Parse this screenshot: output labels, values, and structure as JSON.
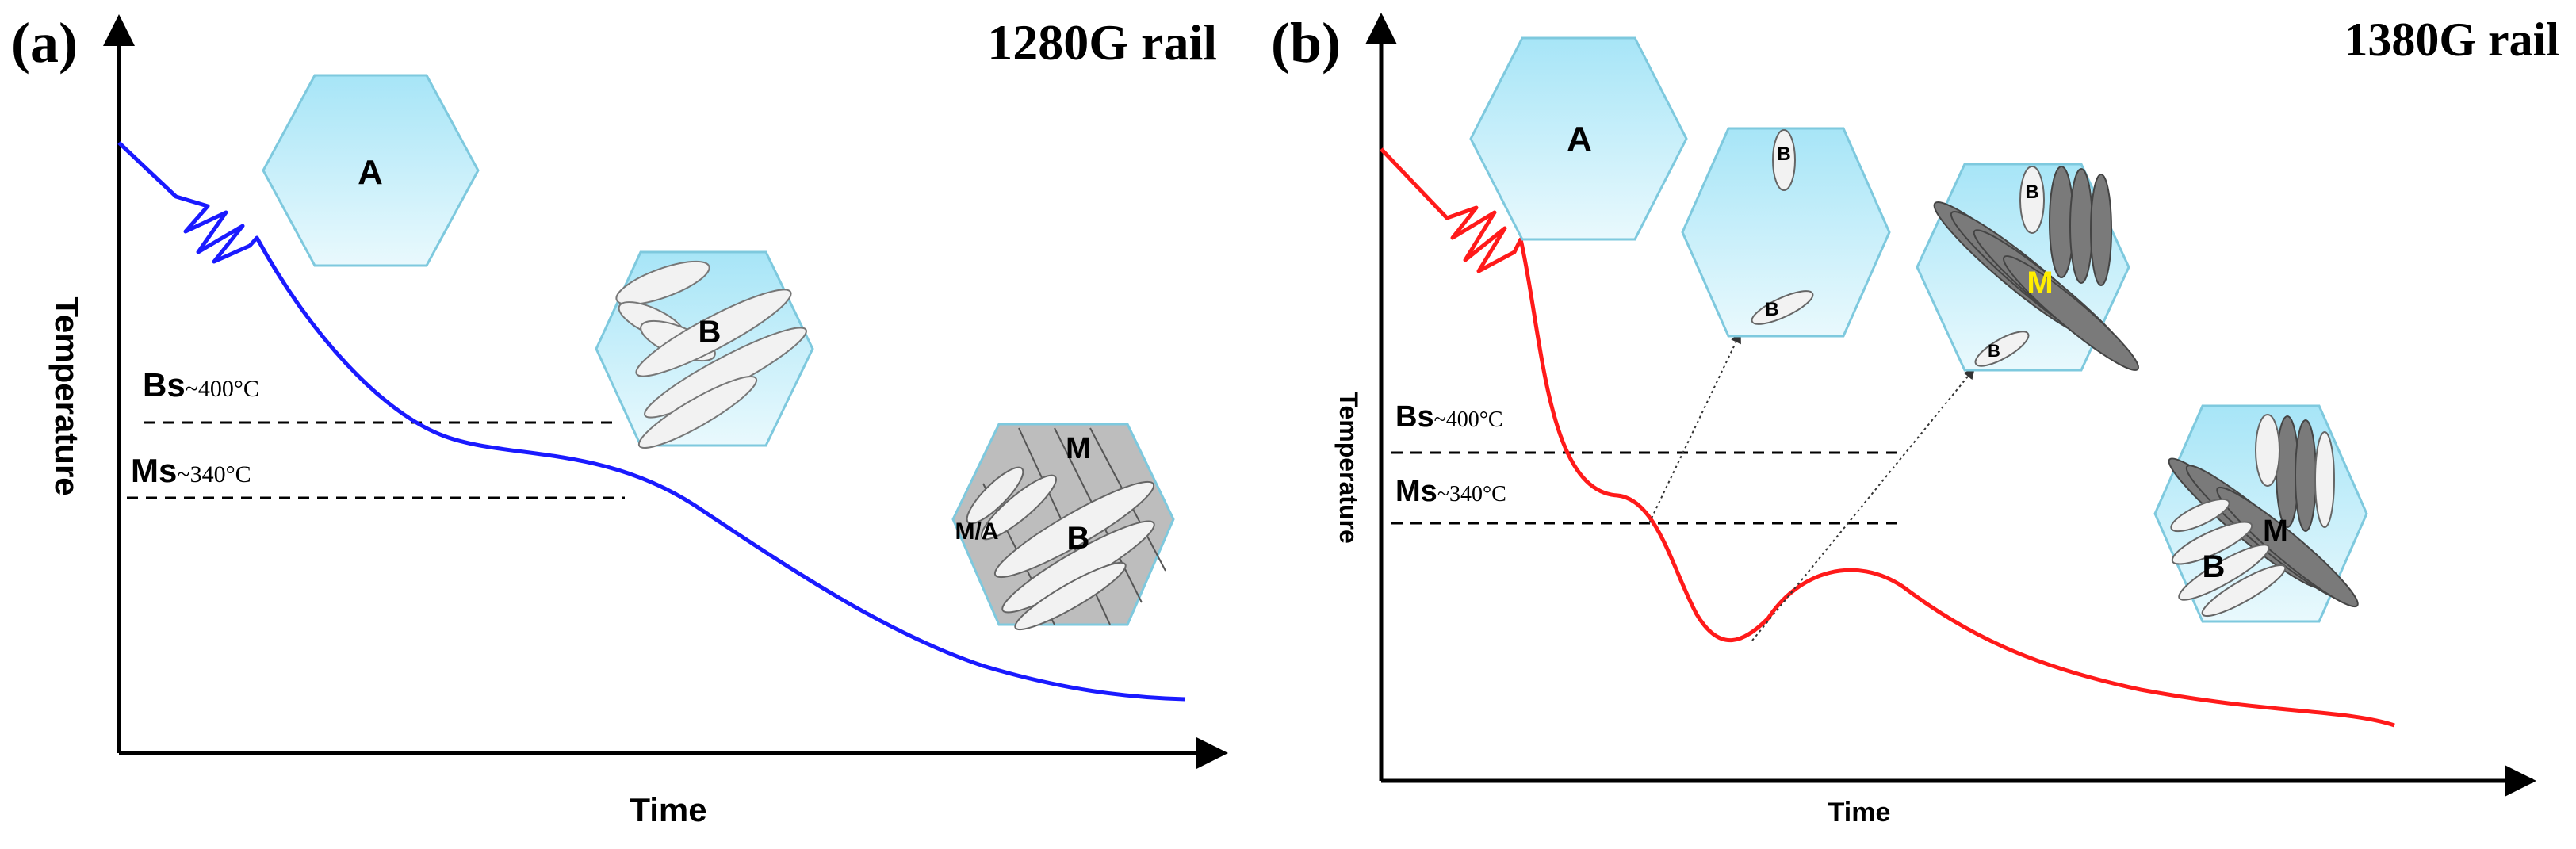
{
  "panel_a": {
    "label": "(a)",
    "title": "1280G rail",
    "y_axis_label": "Temperature",
    "x_axis_label": "Time",
    "bs": {
      "main": "Bs",
      "sub": "~400°C"
    },
    "ms": {
      "main": "Ms",
      "sub": "~340°C"
    },
    "hex_a_label": "A",
    "hex_b_label": "B",
    "hex_final_labels": {
      "m": "M",
      "ma": "M/A",
      "b": "B"
    },
    "curve_color": "#1a1aff"
  },
  "panel_b": {
    "label": "(b)",
    "title": "1380G rail",
    "y_axis_label": "Temperature",
    "x_axis_label": "Time",
    "bs": {
      "main": "Bs",
      "sub": "~400°C"
    },
    "ms": {
      "main": "Ms",
      "sub": "~340°C"
    },
    "hex_a_label": "A",
    "hex_b_labels": {
      "top": "B",
      "bottom": "B"
    },
    "hex_m_labels": {
      "b_top": "B",
      "m": "M",
      "b_bottom": "B"
    },
    "hex_final_labels": {
      "m": "M",
      "b": "B"
    },
    "curve_color": "#ff1a1a",
    "highlight_color": "#ffee00"
  },
  "colors": {
    "hex_top": "#a7e5f7",
    "hex_bottom": "#e9f9fd",
    "hex_stroke": "#7ec9de",
    "grain_fill": "#f2f2f2",
    "grain_dark": "#7a7a7a",
    "matrix_gray": "#bdbdbd"
  }
}
